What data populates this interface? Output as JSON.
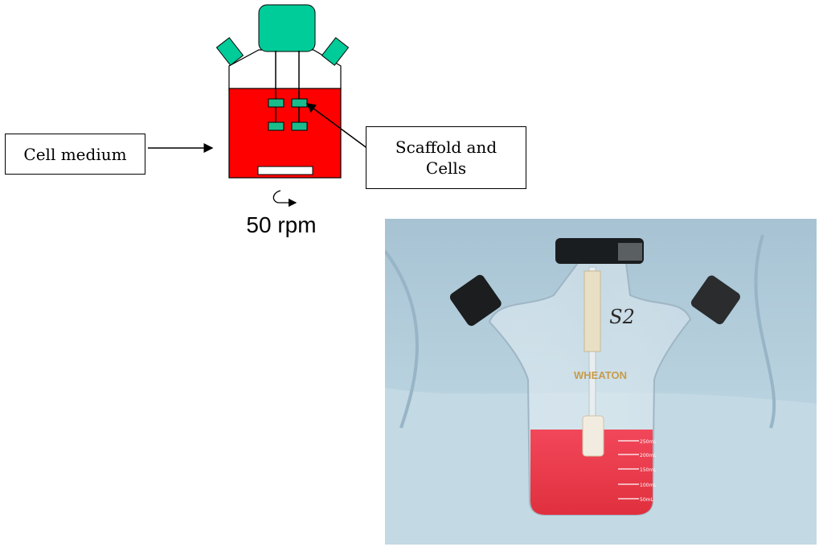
{
  "labels": {
    "cell_medium": "Cell medium",
    "scaffold_line1": "Scaffold and",
    "scaffold_line2": "Cells",
    "speed": "50 rpm"
  },
  "photo": {
    "brand": "WHEATON",
    "marker": "S2",
    "graduations": [
      "250mL",
      "200mL",
      "150mL",
      "100mL",
      "50mL"
    ]
  },
  "colors": {
    "medium": "#ff0000",
    "cap": "#00cc99",
    "scaffold": "#1abc8c"
  },
  "icons": [
    "curved-arrow-icon"
  ]
}
